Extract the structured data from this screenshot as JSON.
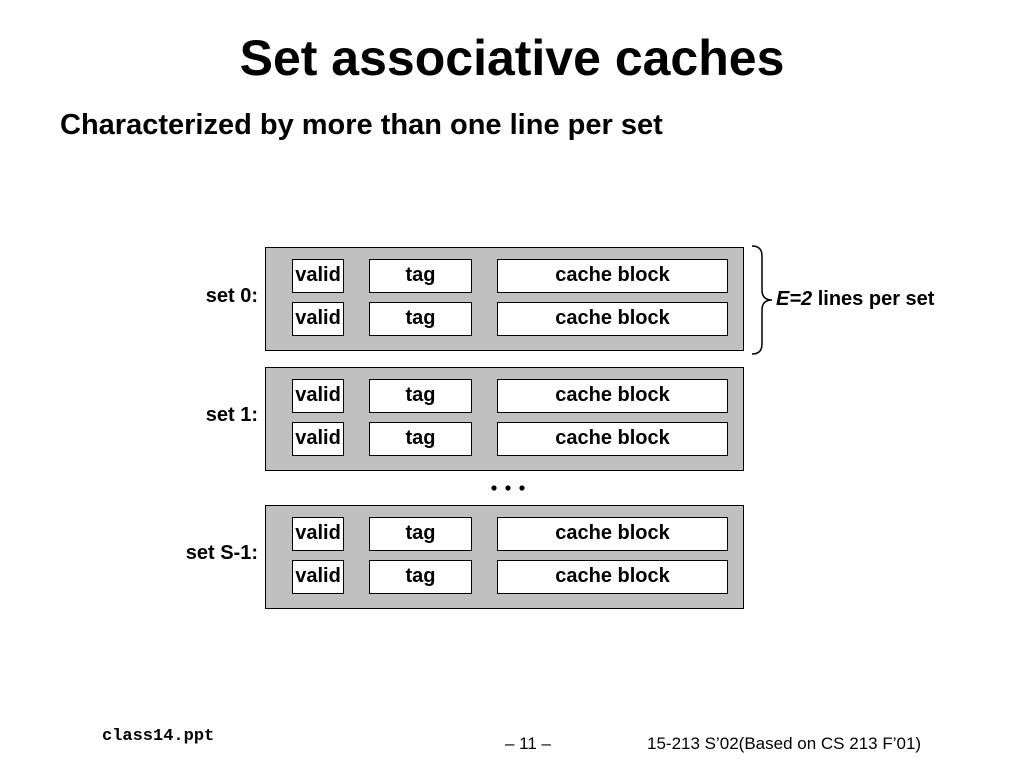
{
  "slide": {
    "title": "Set associative caches",
    "subtitle": "Characterized by more than one line per set"
  },
  "sets": [
    {
      "label": "set 0:",
      "lines": [
        {
          "valid": "valid",
          "tag": "tag",
          "block": "cache block"
        },
        {
          "valid": "valid",
          "tag": "tag",
          "block": "cache block"
        }
      ]
    },
    {
      "label": "set 1:",
      "lines": [
        {
          "valid": "valid",
          "tag": "tag",
          "block": "cache block"
        },
        {
          "valid": "valid",
          "tag": "tag",
          "block": "cache block"
        }
      ]
    },
    {
      "label": "set S-1:",
      "lines": [
        {
          "valid": "valid",
          "tag": "tag",
          "block": "cache block"
        },
        {
          "valid": "valid",
          "tag": "tag",
          "block": "cache block"
        }
      ]
    }
  ],
  "annotation": {
    "e_value": "E=2",
    "text": "lines per set"
  },
  "footer": {
    "file": "class14.ppt",
    "page": "– 11 –",
    "course": "15-213 S’02(Based on CS 213 F’01)"
  }
}
